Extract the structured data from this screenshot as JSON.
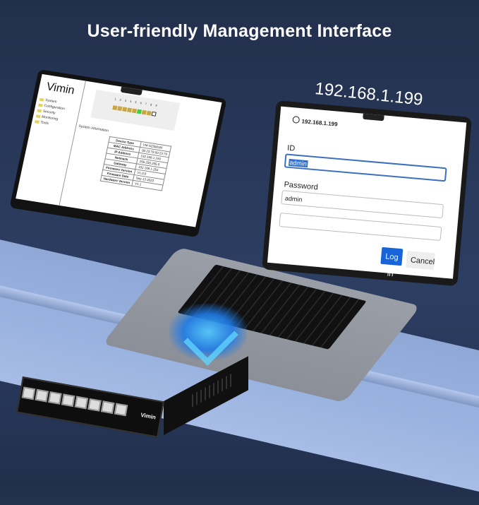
{
  "headline": "User-friendly Management Interface",
  "left_screen": {
    "logo": "Vimin",
    "nav_items": [
      "System",
      "Configuration",
      "Security",
      "Monitoring",
      "Tools"
    ],
    "port_numbers": "1 2 3 4 5 6 7 8 9",
    "section_title": "System Information",
    "system_info": [
      {
        "key": "Device Type",
        "value": "VM-S25081M"
      },
      {
        "key": "MAC Address",
        "value": "00:23:79:00:23:79"
      },
      {
        "key": "IP Address",
        "value": "192.168.1.199"
      },
      {
        "key": "Netmask",
        "value": "255.255.255.0"
      },
      {
        "key": "Gateway",
        "value": "192.168.1.254"
      },
      {
        "key": "Firmware Version",
        "value": "V1.0.0"
      },
      {
        "key": "Firmware Date",
        "value": "Sep 13 2023"
      },
      {
        "key": "Hardware Version",
        "value": "V1.1"
      }
    ]
  },
  "ip_callout": "192.168.1.199",
  "login_screen": {
    "url": "192.168.1.199",
    "id_label": "ID",
    "id_value": "admin",
    "password_label": "Password",
    "password_value": "admin",
    "login_button": "Log in",
    "cancel_button": "Cancel"
  },
  "switch": {
    "brand": "Vimin",
    "port_count": 8
  },
  "colors": {
    "background": "#2a3a5c",
    "login_button": "#1664d8",
    "focus_border": "#3b6fbf",
    "active_port": "#3ad13a"
  }
}
